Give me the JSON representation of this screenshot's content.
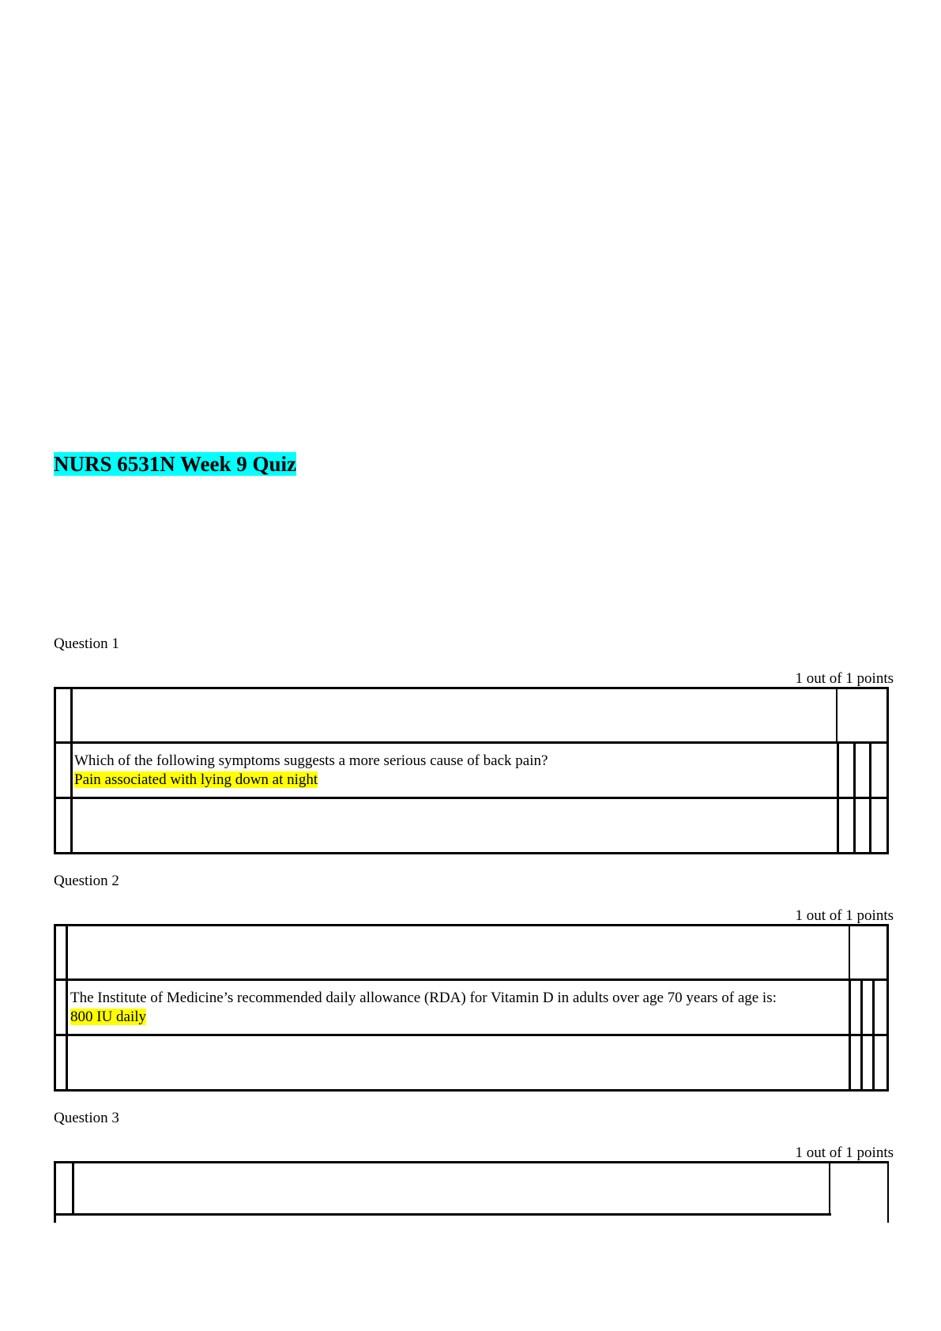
{
  "document": {
    "title": "NURS 6531N Week 9 Quiz"
  },
  "questions": [
    {
      "label": "Question 1",
      "score": "1 out of 1 points",
      "prompt": "Which of the following symptoms suggests a more serious cause of back pain?",
      "answer": "Pain associated with lying down at night"
    },
    {
      "label": "Question 2",
      "score": "1 out of 1 points",
      "prompt": "The Institute of Medicine’s recommended daily allowance (RDA) for Vitamin D in adults over age 70 years of age is:",
      "answer": "800 IU daily"
    },
    {
      "label": "Question 3",
      "score": "1 out of 1 points"
    }
  ],
  "colors": {
    "title_highlight": "#00ffff",
    "answer_highlight": "#ffff00"
  }
}
